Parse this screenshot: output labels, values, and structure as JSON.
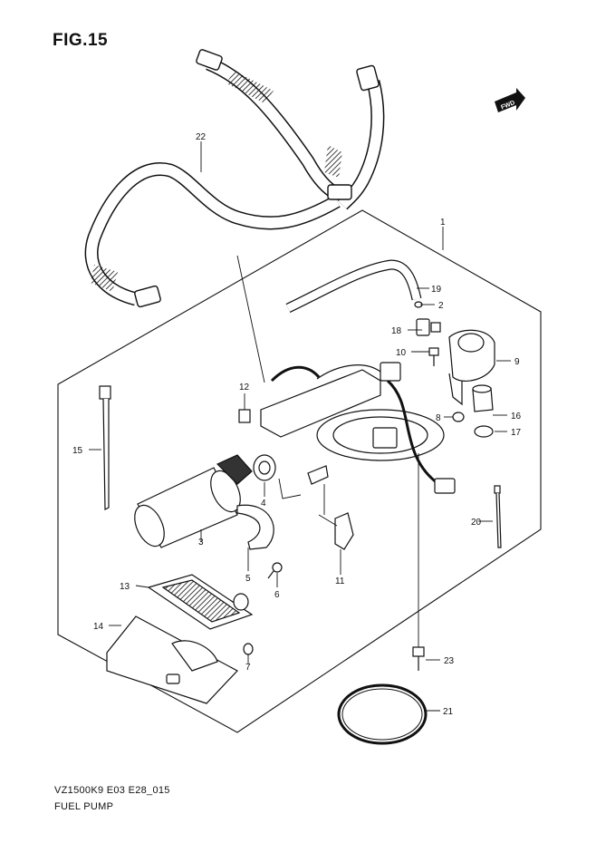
{
  "figure": {
    "title": "FIG.15"
  },
  "footer": {
    "code": "VZ1500K9 E03 E28_015",
    "name": "FUEL PUMP"
  },
  "fwd_badge": {
    "text": "FWD"
  },
  "callouts": [
    {
      "name": "callout-1",
      "label": "1"
    },
    {
      "name": "callout-2",
      "label": "2"
    },
    {
      "name": "callout-3",
      "label": "3"
    },
    {
      "name": "callout-4",
      "label": "4"
    },
    {
      "name": "callout-5",
      "label": "5"
    },
    {
      "name": "callout-6",
      "label": "6"
    },
    {
      "name": "callout-7",
      "label": "7"
    },
    {
      "name": "callout-8",
      "label": "8"
    },
    {
      "name": "callout-9",
      "label": "9"
    },
    {
      "name": "callout-10",
      "label": "10"
    },
    {
      "name": "callout-11",
      "label": "11"
    },
    {
      "name": "callout-12",
      "label": "12"
    },
    {
      "name": "callout-13",
      "label": "13"
    },
    {
      "name": "callout-14",
      "label": "14"
    },
    {
      "name": "callout-15",
      "label": "15"
    },
    {
      "name": "callout-16",
      "label": "16"
    },
    {
      "name": "callout-17",
      "label": "17"
    },
    {
      "name": "callout-18",
      "label": "18"
    },
    {
      "name": "callout-19",
      "label": "19"
    },
    {
      "name": "callout-20",
      "label": "20"
    },
    {
      "name": "callout-21",
      "label": "21"
    },
    {
      "name": "callout-22",
      "label": "22"
    },
    {
      "name": "callout-23",
      "label": "23"
    }
  ]
}
